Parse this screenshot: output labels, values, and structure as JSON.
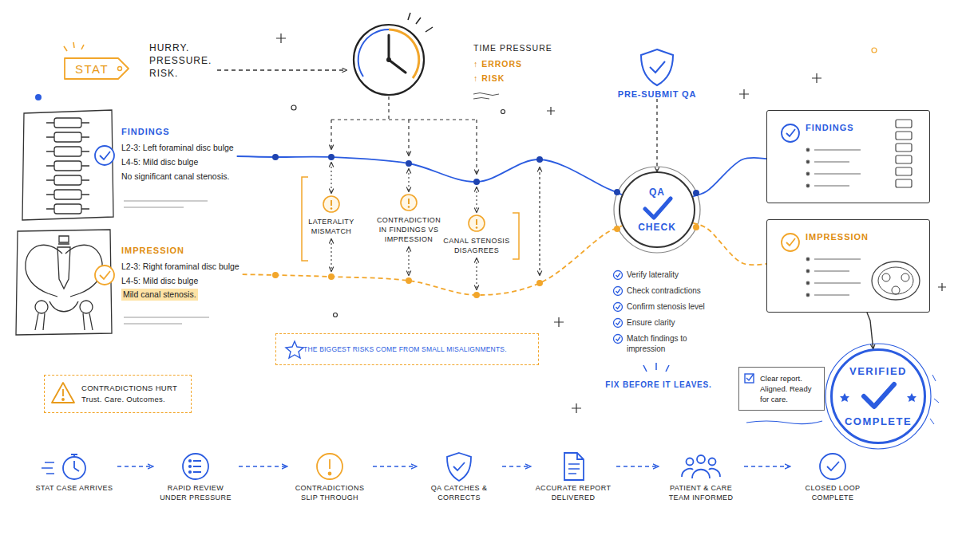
{
  "diagram": {
    "nodes": [
      {
        "text": [
          "STAT"
        ]
      },
      {
        "text": [
          "FINDINGS",
          "L2-3: Left foraminal disc bulge",
          "L4-5: Mild disc bulge",
          "No significant canal stenosis."
        ]
      },
      {
        "text": [
          "IMPRESSION",
          "L2-3: Right foraminal disc bulge",
          "L4-5: Mild disc bulge",
          "Mild canal stenosis."
        ]
      },
      {
        "text": [
          "LATERALITY MISMATCH"
        ]
      },
      {
        "text": [
          "CONTRADICTION IN FINDINGS VS IMPRESSION"
        ]
      },
      {
        "text": [
          "CANAL STENOSIS DISAGREES"
        ]
      },
      {
        "text": [
          "THE BIGGEST RISKS COME FROM SMALL MISALIGNMENTS."
        ]
      },
      {
        "text": [
          "CONTRADICTIONS HURT",
          "Trust. Care. Outcomes."
        ]
      },
      {
        "text": [
          "PRE-SUBMIT QA"
        ]
      },
      {
        "text": [
          "QA",
          "CHECK"
        ]
      },
      {
        "text": [
          "FINDINGS"
        ]
      },
      {
        "text": [
          "IMPRESSION"
        ]
      },
      {
        "text": [
          "Clear report. Aligned. Ready for care."
        ]
      },
      {
        "text": [
          "VERIFIED",
          "COMPLETE"
        ]
      },
      {
        "text": [
          "STAT CASE ARRIVES"
        ]
      },
      {
        "text": [
          "RAPID REVIEW UNDER PRESSURE"
        ]
      },
      {
        "text": [
          "CONTRADICTIONS SLIP THROUGH"
        ]
      },
      {
        "text": [
          "QA CATCHES & CORRECTS"
        ]
      },
      {
        "text": [
          "ACCURATE REPORT DELIVERED"
        ]
      },
      {
        "text": [
          "PATIENT & CARE TEAM INFORMED"
        ]
      },
      {
        "text": [
          "CLOSED LOOP COMPLETE"
        ]
      }
    ],
    "edges": [
      {
        "from": 1,
        "to": 9,
        "arrow": "none"
      },
      {
        "from": 2,
        "to": 9,
        "arrow": "none"
      },
      {
        "from": 8,
        "to": 9,
        "arrow": "to"
      },
      {
        "from": 9,
        "to": 10,
        "arrow": "none"
      },
      {
        "from": 9,
        "to": 11,
        "arrow": "none"
      },
      {
        "from": 11,
        "to": 13,
        "arrow": "to"
      },
      {
        "from": 14,
        "to": 15,
        "arrow": "to"
      },
      {
        "from": 15,
        "to": 16,
        "arrow": "to"
      },
      {
        "from": 16,
        "to": 17,
        "arrow": "to"
      },
      {
        "from": 17,
        "to": 18,
        "arrow": "to"
      },
      {
        "from": 18,
        "to": 19,
        "arrow": "to"
      },
      {
        "from": 19,
        "to": 20,
        "arrow": "to"
      }
    ],
    "labels": [
      "HURRY. PRESSURE. RISK.",
      "TIME PRESSURE",
      "↑ ERRORS",
      "↑ RISK",
      "Verify laterality",
      "Check contradictions",
      "Confirm stenosis level",
      "Ensure clarity",
      "Match findings to impression",
      "FIX BEFORE IT LEAVES."
    ]
  }
}
